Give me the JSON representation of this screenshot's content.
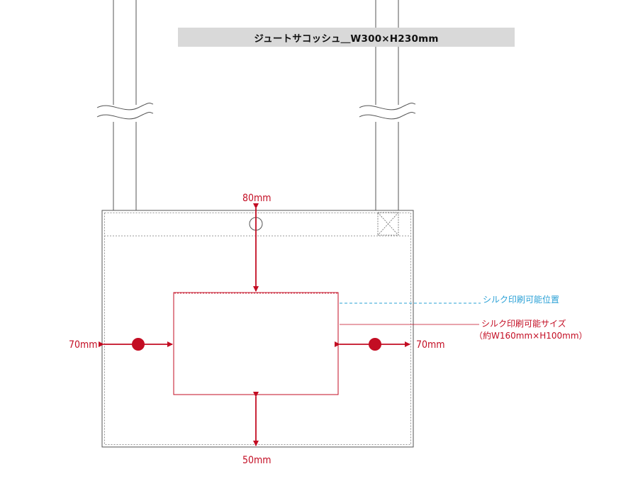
{
  "title": "ジュートサコッシュ＿W300×H230mm",
  "dimensions": {
    "top": "80mm",
    "bottom": "50mm",
    "left": "70mm",
    "right": "70mm"
  },
  "notes": {
    "print_position": "シルク印刷可能位置",
    "print_size": "シルク印刷可能サイズ",
    "print_size_detail": "（約W160mm×H100mm）"
  },
  "colors": {
    "accent_red": "#c30d23",
    "position_blue": "#29a0d6",
    "outline_gray": "#555555",
    "title_bar": "#d9d9d9"
  },
  "icons": {
    "pointer_dot": "filled-circle",
    "strap_break": "wavy-break-lines",
    "gusset_mark": "cross-box"
  }
}
